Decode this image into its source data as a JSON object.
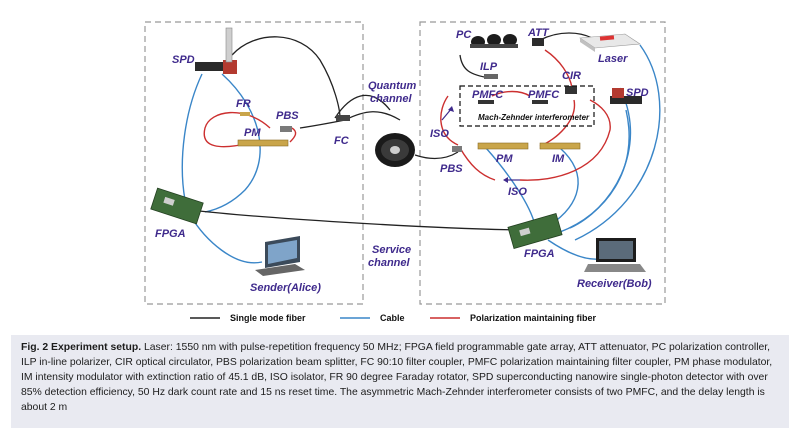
{
  "diagram": {
    "sections": {
      "sender": "Sender(Alice)",
      "receiver": "Receiver(Bob)",
      "quantum_channel": [
        "Quantum",
        "channel"
      ],
      "service_channel": [
        "Service",
        "channel"
      ]
    },
    "components": {
      "spd_left": "SPD",
      "fr": "FR",
      "pbs_left": "PBS",
      "pm_left": "PM",
      "fc": "FC",
      "fpga_left": "FPGA",
      "pc": "PC",
      "att": "ATT",
      "laser": "Laser",
      "ilp": "ILP",
      "cir": "CIR",
      "pmfc_1": "PMFC",
      "pmfc_2": "PMFC",
      "mzi": "Mach-Zehnder interferometer",
      "spd_right": "SPD",
      "iso_1": "ISO",
      "pbs_right": "PBS",
      "pm_right": "PM",
      "im": "IM",
      "iso_2": "ISO",
      "fpga_right": "FPGA"
    },
    "legend": {
      "single_mode": "Single mode fiber",
      "cable": "Cable",
      "pm_fiber": "Polarization maintaining fiber"
    },
    "colors": {
      "single_mode": "#222222",
      "cable": "#3a86c8",
      "pm_fiber": "#cc2f2f",
      "label": "#3f2a8c"
    }
  },
  "caption": {
    "title": "Fig. 2 Experiment setup.",
    "text": " Laser: 1550 nm with pulse-repetition frequency 50 MHz; FPGA field programmable gate array, ATT attenuator, PC polarization controller, ILP in-line polarizer, CIR optical circulator, PBS polarization beam splitter, FC 90:10 filter coupler, PMFC polarization maintaining filter coupler, PM phase modulator, IM intensity modulator with extinction ratio of 45.1 dB, ISO isolator, FR 90 degree Faraday rotator, SPD superconducting nanowire single-photon detector with over 85% detection efficiency, 50 Hz dark count rate and 15 ns reset time. The asymmetric Mach-Zehnder interferometer consists of two PMFC, and the delay length is about 2 m"
  }
}
